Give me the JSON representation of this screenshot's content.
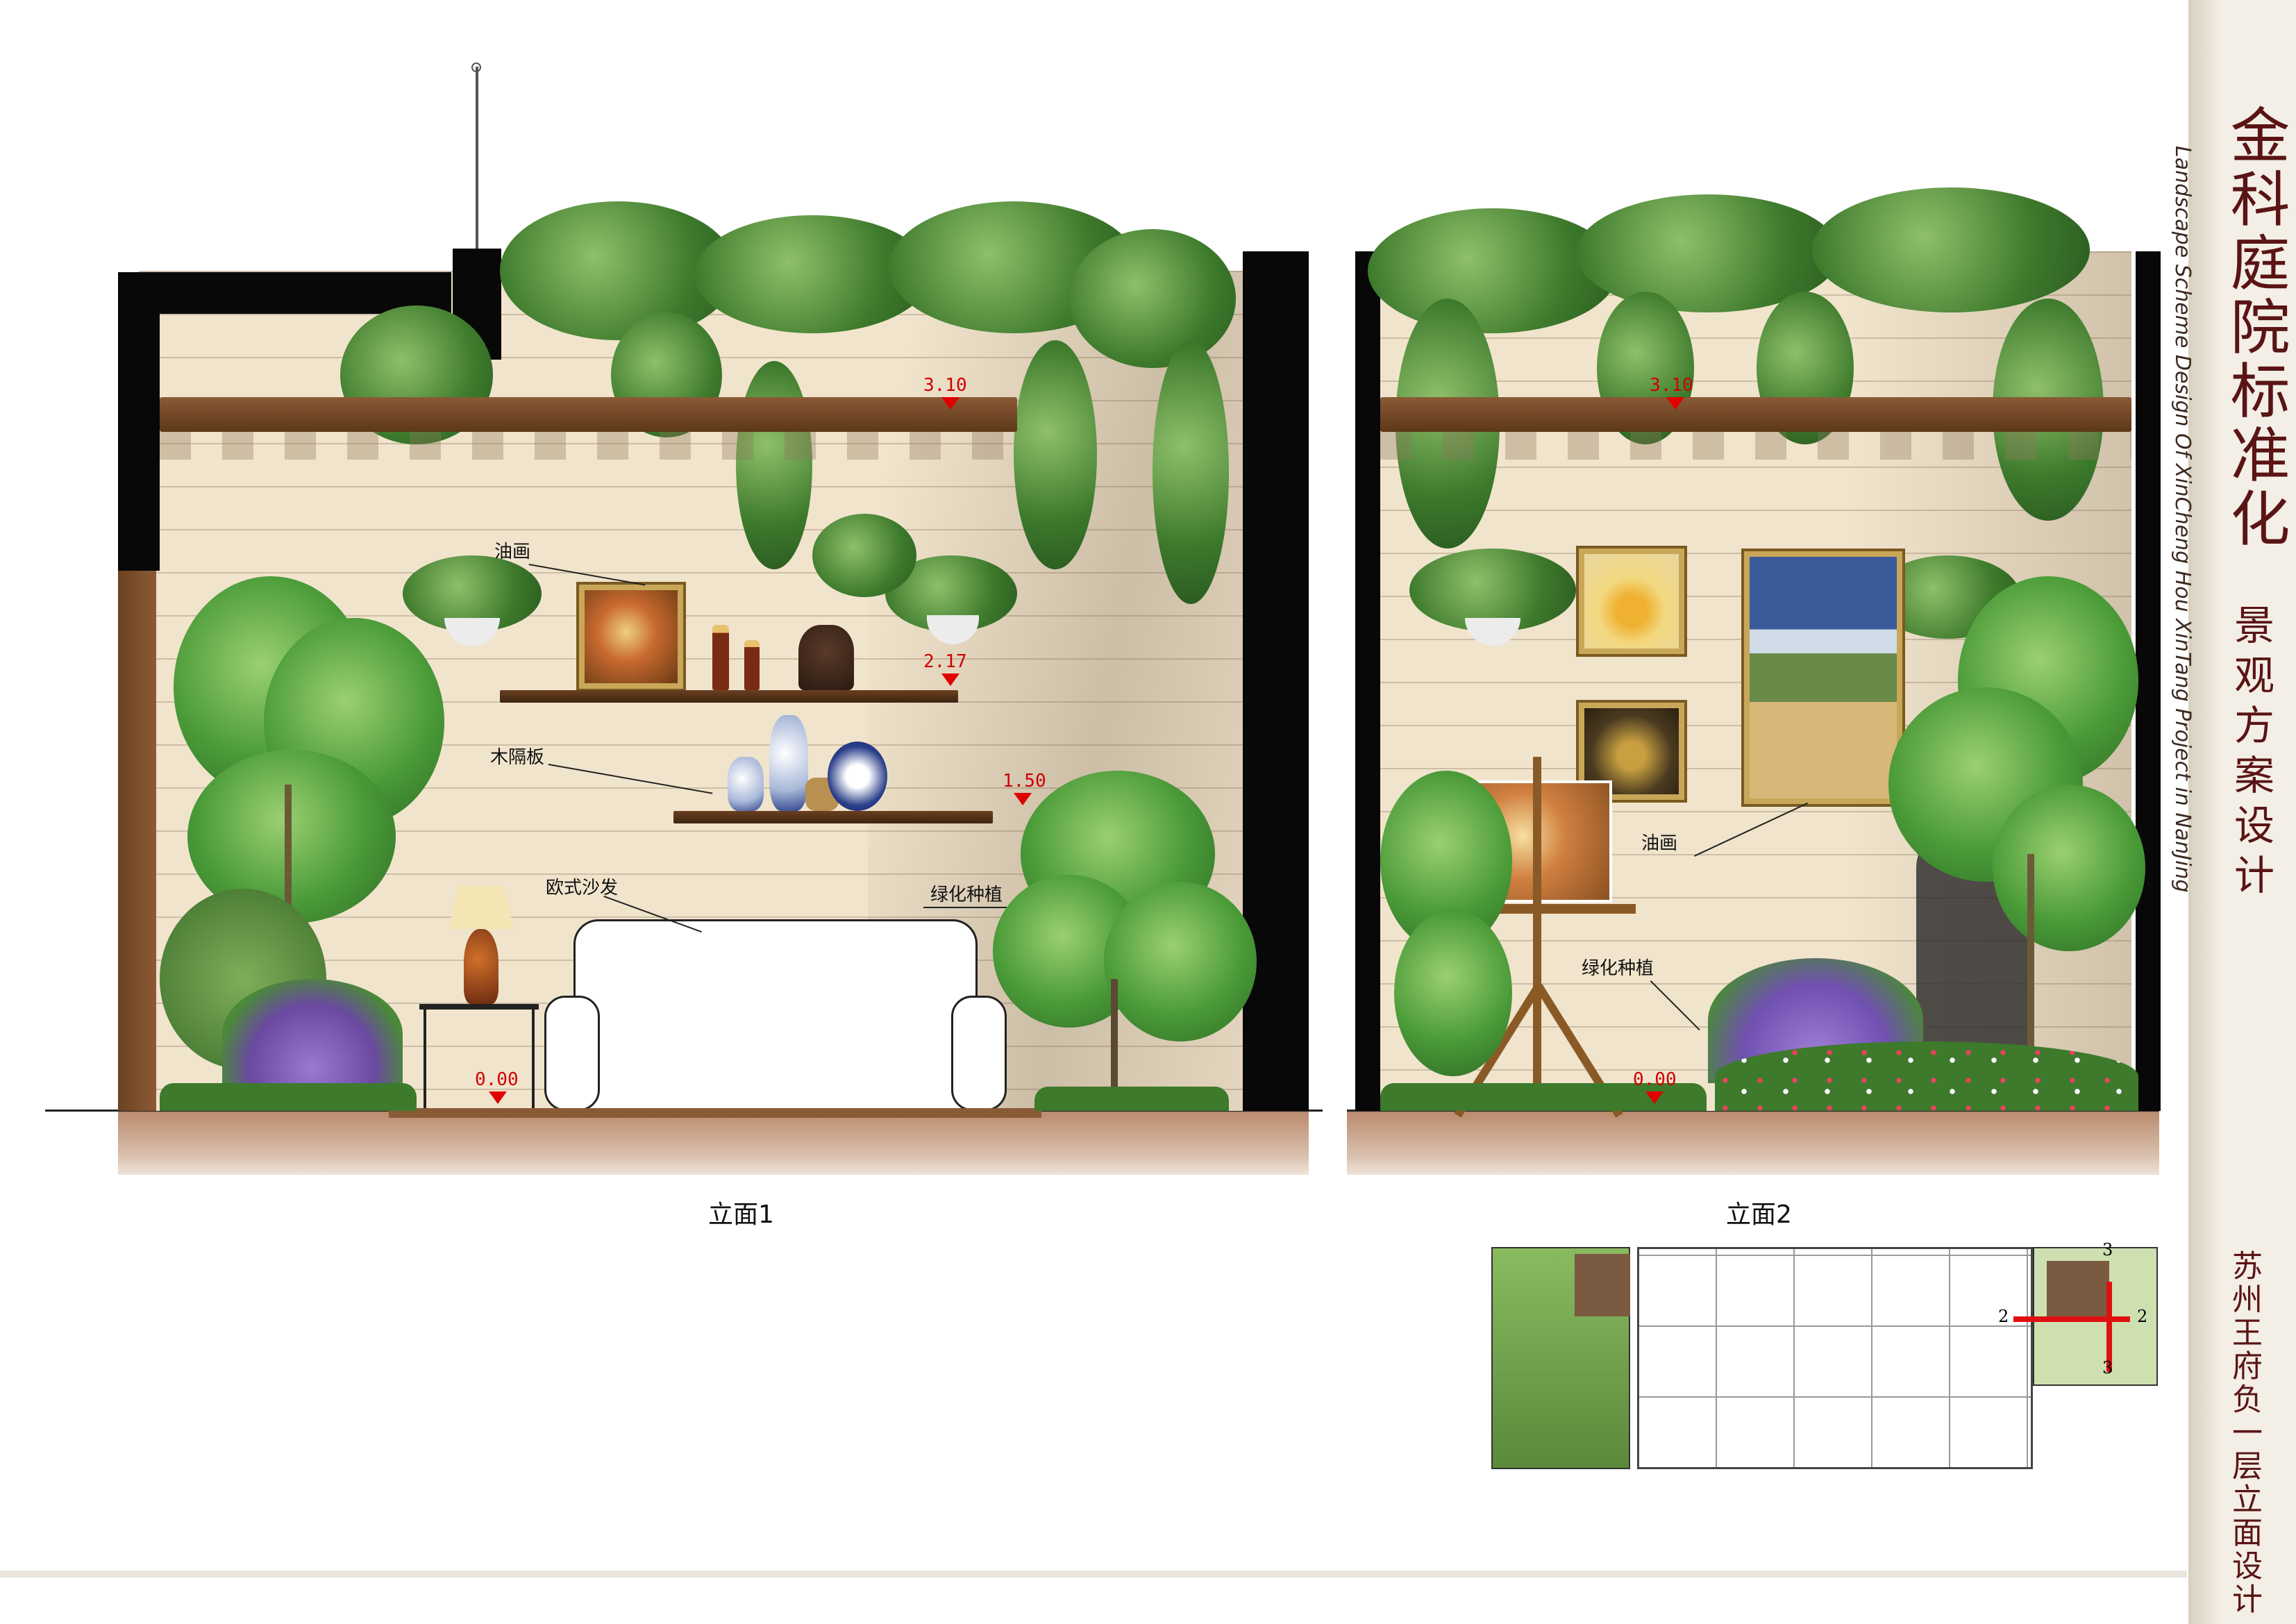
{
  "title": {
    "main": "金科庭院标准化",
    "sub": "景观方案设计",
    "english": "Landscape Scheme Design Of XinCheng Hou XinTang Project in NanJing",
    "sheet": "苏州王府负一层立面设计"
  },
  "elevation1": {
    "caption": "立面1",
    "labels": {
      "oil_painting": "油画",
      "wood_shelf": "木隔板",
      "sofa": "欧式沙发",
      "planting": "绿化种植"
    },
    "marks": [
      "3.10",
      "2.17",
      "1.50",
      "0.00"
    ]
  },
  "elevation2": {
    "caption": "立面2",
    "labels": {
      "oil_painting": "油画",
      "planting": "绿化种植"
    },
    "marks": [
      "3.10",
      "0.00"
    ]
  },
  "keyplan": {
    "section_marks": [
      "3",
      "2",
      "2",
      "3"
    ],
    "accent_color": "#e01010"
  },
  "colors": {
    "wall": "#f1e4cc",
    "beam": "#6b4222",
    "pillar": "#080808",
    "title": "#5a1414",
    "elev_text": "#d00000"
  }
}
